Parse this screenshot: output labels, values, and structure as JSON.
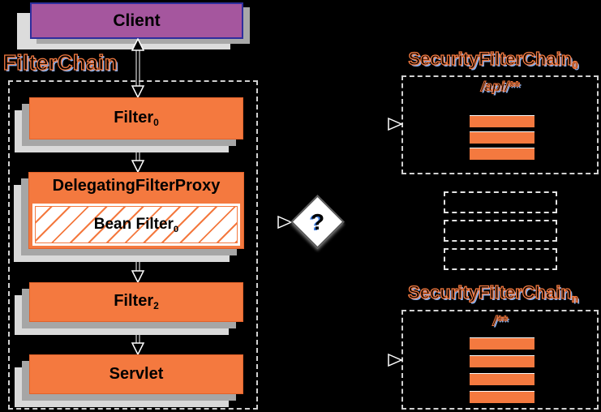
{
  "colors": {
    "background": "#000000",
    "orange": "#f4793f",
    "client_purple": "#a5569e",
    "client_border": "#2e2e9d",
    "outline_blue": "#8cb0ea",
    "shadow_gray": "#a6a6a6",
    "shadow_light": "#d9d9d9"
  },
  "client": {
    "label": "Client"
  },
  "filter_chain": {
    "title": "FilterChain",
    "filter0": {
      "label": "Filter",
      "sub": "0"
    },
    "delegating_proxy": {
      "label": "DelegatingFilterProxy"
    },
    "bean_filter": {
      "label": "Bean Filter",
      "sub": "0"
    },
    "filter2": {
      "label": "Filter",
      "sub": "2"
    },
    "servlet": {
      "label": "Servlet"
    }
  },
  "decision": {
    "label": "?"
  },
  "security_chain_0": {
    "title": "SecurityFilterChain",
    "sub": "0",
    "url_pattern": "/api/**",
    "filter_count": 3
  },
  "security_chain_n": {
    "title": "SecurityFilterChain",
    "sub": "n",
    "url_pattern": "/**",
    "filter_count": 4
  },
  "placeholder_count": 3
}
